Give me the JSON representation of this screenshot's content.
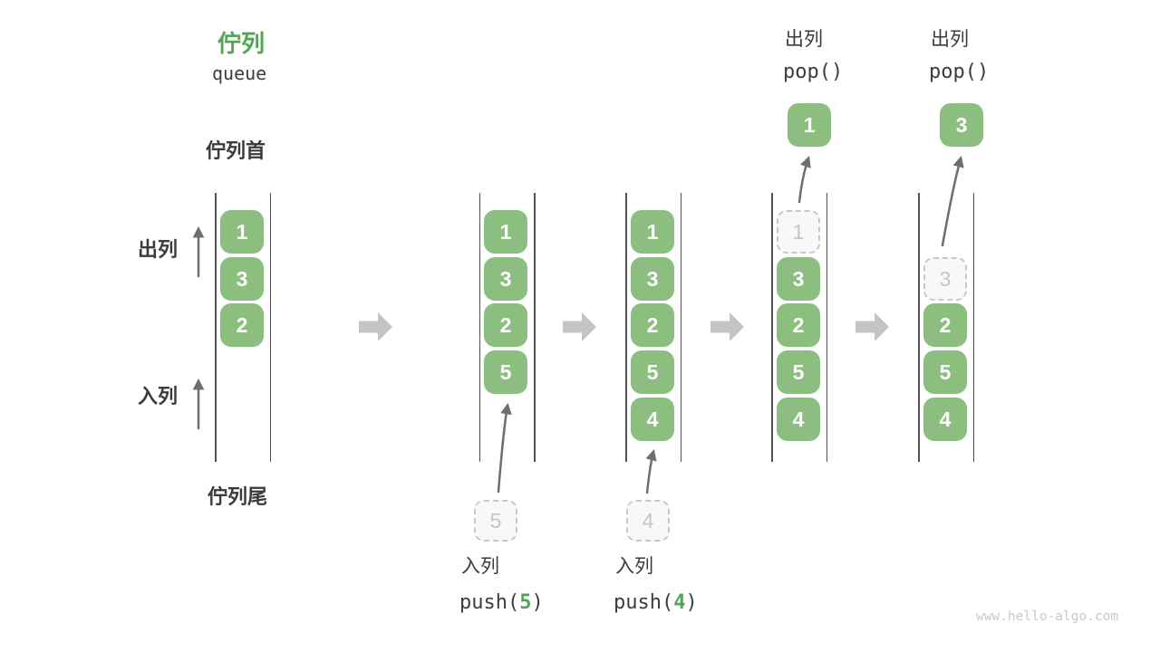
{
  "header": {
    "title_zh": "佇列",
    "title_en": "queue"
  },
  "side_labels": {
    "front": "佇列首",
    "rear": "佇列尾",
    "dequeue": "出列",
    "enqueue": "入列"
  },
  "watermark": "www.hello-algo.com",
  "colors": {
    "cell_green": "#8CBE80",
    "accent_green": "#55A455",
    "block_arrow": "#C4C4C4",
    "thin_arrow": "#6E6E6E",
    "wall": "#525252",
    "text_dark": "#3B3B3B",
    "ghost_border": "#C8C8C8",
    "ghost_fill": "#F8F8F8",
    "ghost_text": "#C5C5C5",
    "watermark_gray": "#C9C9C9"
  },
  "states": [
    {
      "cells": [
        "1",
        "3",
        "2"
      ]
    },
    {
      "cells": [
        "1",
        "3",
        "2",
        "5"
      ],
      "pending": "5",
      "op_label": "入列",
      "op_open": "push(",
      "op_arg": "5",
      "op_close": ")"
    },
    {
      "cells": [
        "1",
        "3",
        "2",
        "5",
        "4"
      ],
      "pending": "4",
      "op_label": "入列",
      "op_open": "push(",
      "op_arg": "4",
      "op_close": ")"
    },
    {
      "ghost": "1",
      "cells": [
        "3",
        "2",
        "5",
        "4"
      ],
      "popped": "1",
      "op_label": "出列",
      "op_fn": "pop()"
    },
    {
      "ghost": "3",
      "cells": [
        "2",
        "5",
        "4"
      ],
      "popped": "3",
      "op_label": "出列",
      "op_fn": "pop()"
    }
  ]
}
